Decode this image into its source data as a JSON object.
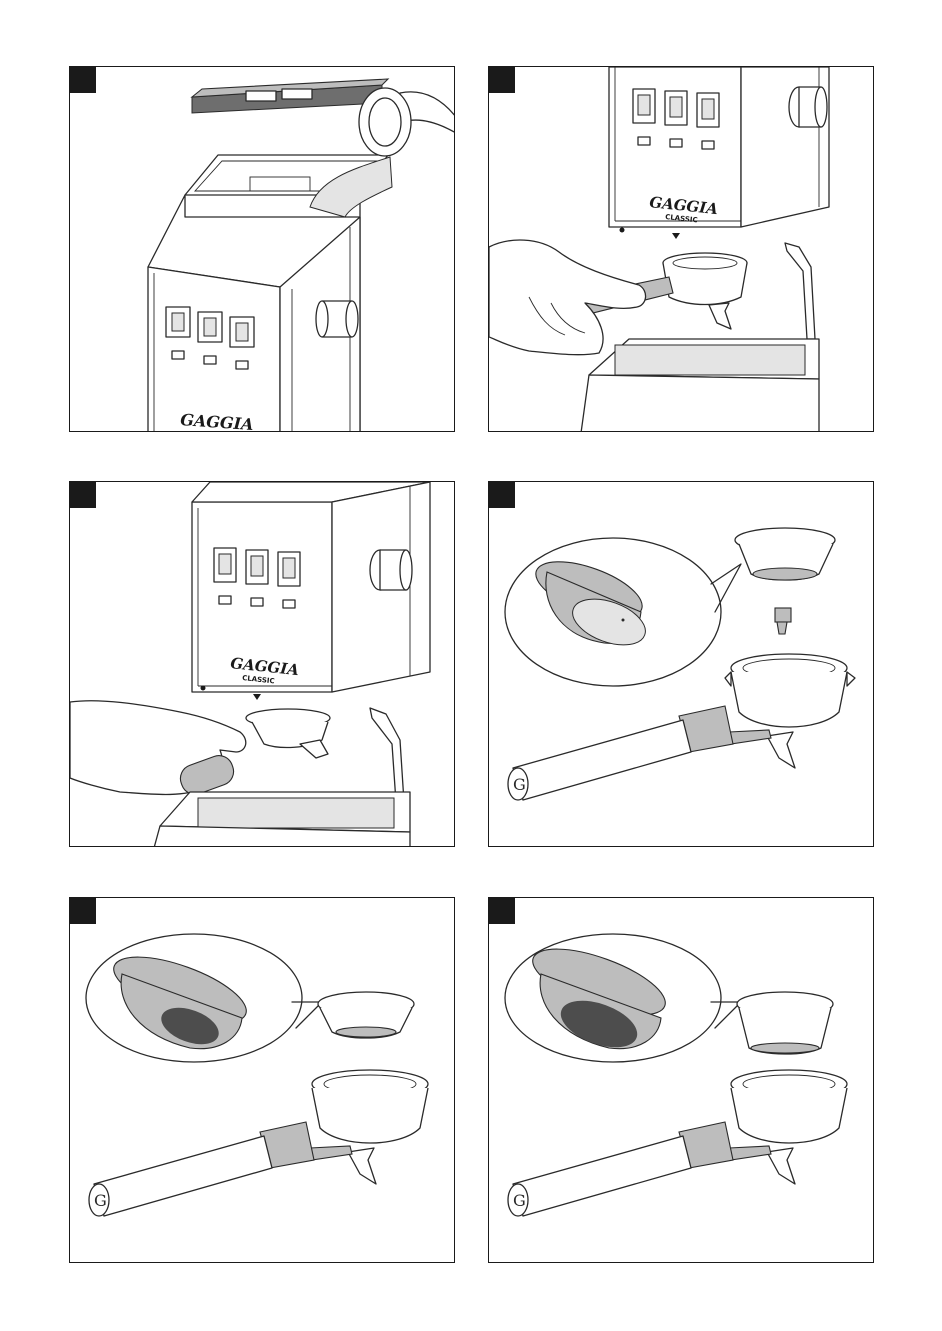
{
  "brand": {
    "name": "GAGGIA",
    "model": "CLASSIC"
  },
  "panels": [
    {
      "id": "p1",
      "content": "fill-water-tank"
    },
    {
      "id": "p2",
      "content": "insert-portafilter"
    },
    {
      "id": "p3",
      "content": "lock-portafilter"
    },
    {
      "id": "p4",
      "content": "pod-filter-assembly"
    },
    {
      "id": "p5",
      "content": "single-cup-filter"
    },
    {
      "id": "p6",
      "content": "double-cup-filter"
    }
  ]
}
